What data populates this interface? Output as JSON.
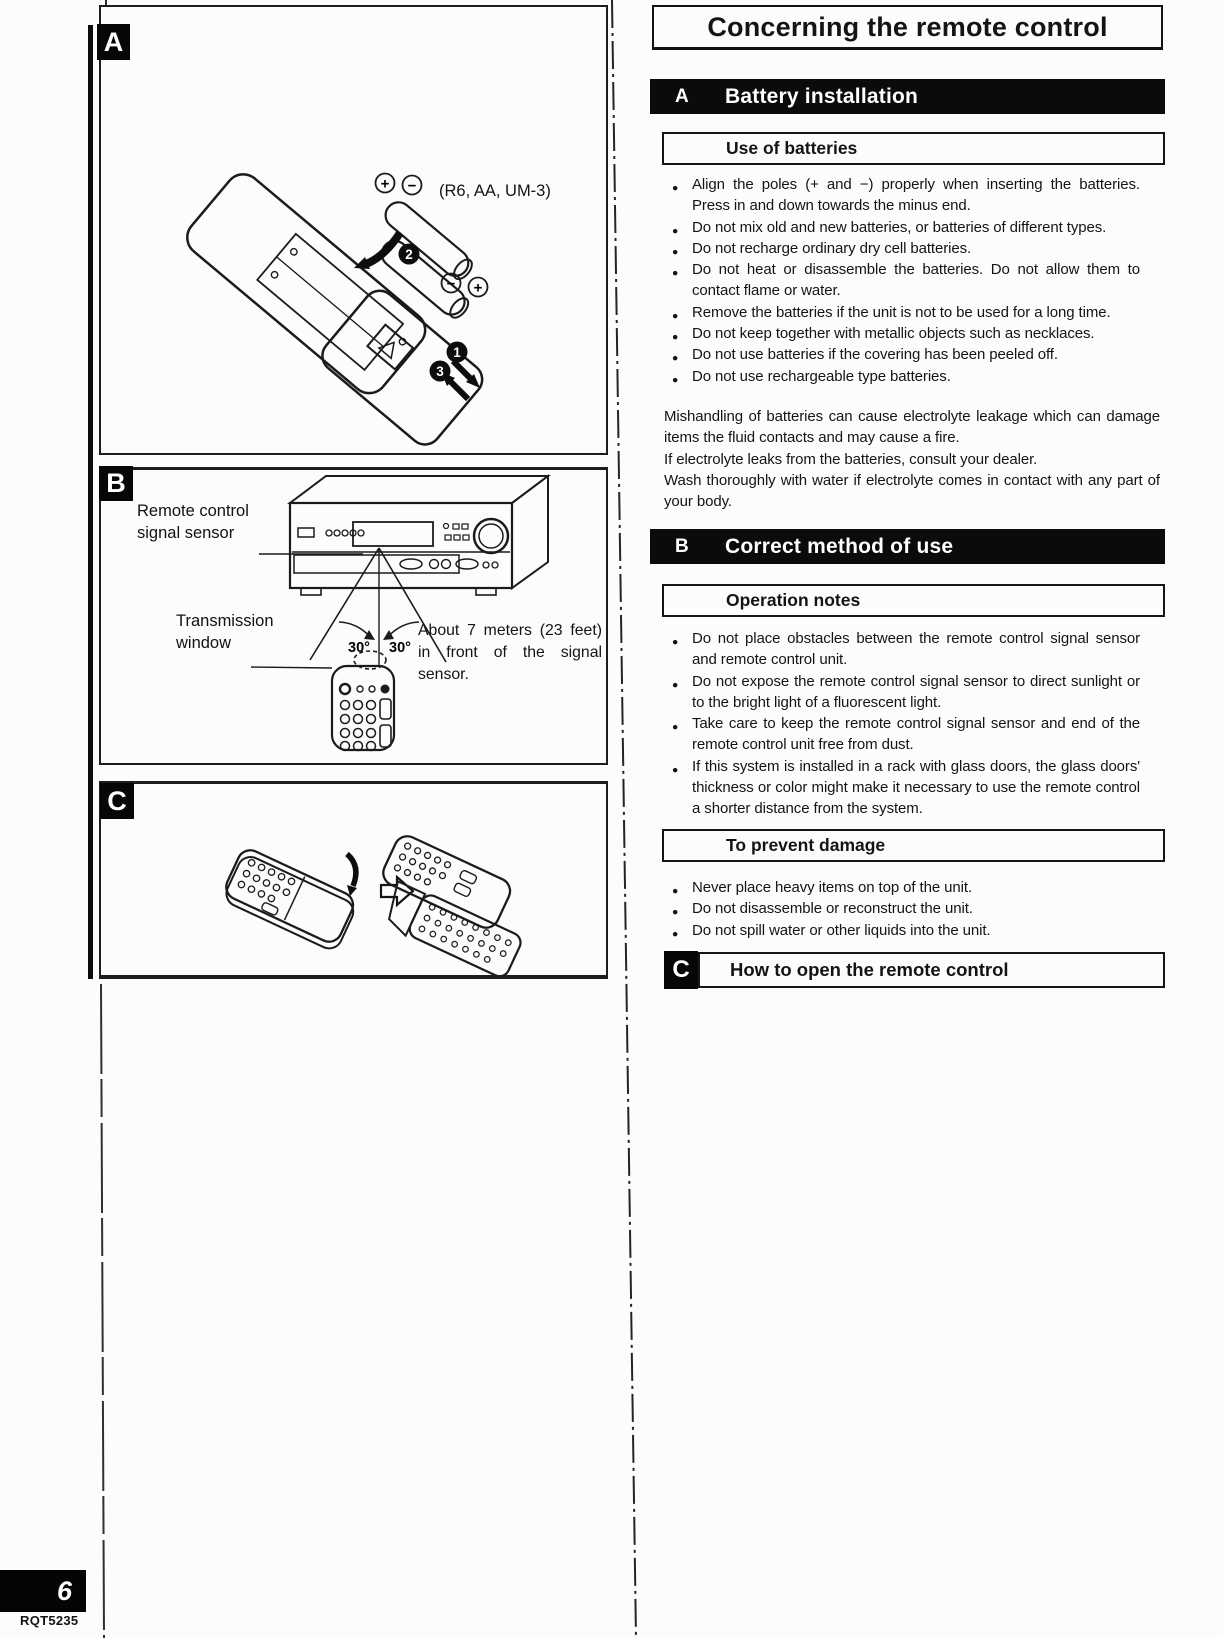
{
  "header_title": "Concerning the remote control",
  "sections": {
    "a": {
      "label": "A",
      "title": "Battery installation",
      "box_title": "Use of batteries",
      "bullets": [
        "Align the poles (+ and −) properly when inserting the batteries. Press in and down towards the minus end.",
        "Do not mix old and new batteries, or batteries of different types.",
        "Do not recharge ordinary dry cell batteries.",
        "Do not heat or disassemble the batteries. Do not allow them to contact flame or water.",
        "Remove the batteries if the unit is not to be used for a long time.",
        "Do not keep together with metallic objects such as necklaces.",
        "Do not use batteries if the covering has been peeled off.",
        "Do not use rechargeable type batteries."
      ],
      "paragraph": [
        "Mishandling of batteries can cause electrolyte leakage which can damage items the fluid contacts and may cause a fire.",
        "If electrolyte leaks from the batteries, consult your dealer.",
        "Wash thoroughly with water if electrolyte comes in contact with any part of your body."
      ]
    },
    "b": {
      "label": "B",
      "title": "Correct method of use",
      "box1_title": "Operation notes",
      "box1_bullets": [
        "Do not place obstacles between the remote control signal sensor and remote control unit.",
        "Do not expose the remote control signal sensor to direct sunlight or to the bright light of a fluorescent light.",
        "Take care to keep the remote control signal sensor and end of the remote control unit free from dust.",
        "If this system is installed in a rack with glass doors, the glass doors' thickness or color might make it necessary to use the remote control a shorter distance from the system."
      ],
      "box2_title": "To prevent damage",
      "box2_bullets": [
        "Never place heavy items on top of the unit.",
        "Do not disassemble or reconstruct the unit.",
        "Do not spill water or other liquids into the unit."
      ]
    },
    "c": {
      "label": "C",
      "title": "How to open the remote control"
    }
  },
  "figures": {
    "a": {
      "label": "A",
      "battery_type_label": "(R6, AA, UM-3)",
      "steps": [
        "1",
        "2",
        "3"
      ],
      "polarity_top_left": "+",
      "polarity_top_right": "−",
      "polarity_bottom_left": "−",
      "polarity_bottom_right": "+"
    },
    "b": {
      "label": "B",
      "sensor_callout_line1": "Remote control",
      "sensor_callout_line2": "signal sensor",
      "window_callout_line1": "Transmission",
      "window_callout_line2": "window",
      "angle_left": "30°",
      "angle_right": "30°",
      "distance_note": "About 7 meters (23 feet) in front of the signal sensor."
    },
    "c": {
      "label": "C"
    }
  },
  "footer": {
    "page_number": "6",
    "doc_code": "RQT5235"
  },
  "colors": {
    "ink": "#1b1b1b",
    "paper": "#fcfcfa",
    "bar_bg": "#0b0b0b"
  }
}
